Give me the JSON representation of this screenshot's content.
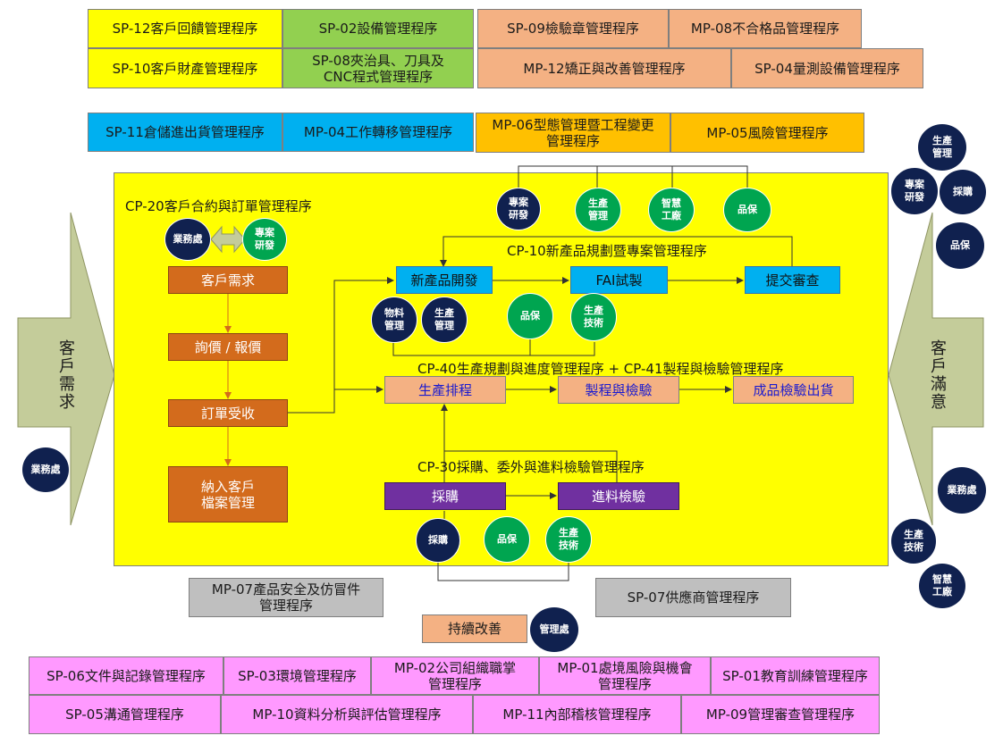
{
  "top_procedures": {
    "sp12": "SP-12客戶回饋管理程序",
    "sp02": "SP-02設備管理程序",
    "sp09": "SP-09檢驗章管理程序",
    "mp08": "MP-08不合格品管理程序",
    "sp10": "SP-10客戶財產管理程序",
    "sp08": "SP-08夾治具、刀具及\nCNC程式管理程序",
    "mp12": "MP-12矯正與改善管理程序",
    "sp04": "SP-04量測設備管理程序",
    "sp11": "SP-11倉儲進出貨管理程序",
    "mp04": "MP-04工作轉移管理程序",
    "mp06": "MP-06型態管理暨工程變更\n管理程序",
    "mp05": "MP-05風險管理程序"
  },
  "left_arrow": "客戶需求",
  "right_arrow": "客戶滿意",
  "cp20": {
    "title": "CP-20客戶合約與訂單管理程序",
    "steps": [
      "客戶需求",
      "詢價 / 報價",
      "訂單受收",
      "納入客戶\n檔案管理"
    ]
  },
  "cp10": {
    "title": "CP-10新產品規劃暨專案管理程序",
    "steps": [
      "新產品開發",
      "FAI試製",
      "提交審查"
    ]
  },
  "cp40": {
    "title": "CP-40生產規劃與進度管理程序 + CP-41製程與檢驗管理程序",
    "steps": [
      "生產排程",
      "製程與檢驗",
      "成品檢驗出貨"
    ]
  },
  "cp30": {
    "title": "CP-30採購、委外與進料檢驗管理程序",
    "steps": [
      "採購",
      "進料檢驗"
    ]
  },
  "circles": {
    "sales": "業務處",
    "project_rd": "專案\n研發",
    "production_mgmt": "生產\n管理",
    "smart_factory": "智慧\n工廠",
    "qa": "品保",
    "material_mgmt": "物料\n管理",
    "production_tech": "生產\n技術",
    "purchasing": "採購",
    "management": "管理處"
  },
  "bottom_procedures": {
    "mp07": "MP-07產品安全及仿冒件\n管理程序",
    "sp07": "SP-07供應商管理程序",
    "improve": "持續改善",
    "sp06": "SP-06文件與記錄管理程序",
    "sp03": "SP-03環境管理程序",
    "mp02": "MP-02公司組織職掌\n管理程序",
    "mp01": "MP-01處境風險與機會\n管理程序",
    "sp01": "SP-01教育訓練管理程序",
    "sp05": "SP-05溝通管理程序",
    "mp10": "MP-10資料分析與評估管理程序",
    "mp11": "MP-11內部稽核管理程序",
    "mp09": "MP-09管理審查管理程序"
  },
  "colors": {
    "yellow": "#ffff00",
    "green": "#92d050",
    "peach": "#f4b183",
    "cyan": "#00b0f0",
    "orange": "#ffc000",
    "gray": "#bfbfbf",
    "pink": "#ff99ff",
    "navy": "#10214f",
    "circle_green": "#00a550",
    "process_orange": "#d36b1c",
    "purple": "#7030a0",
    "arrow_olive": "#c4cc9a"
  }
}
